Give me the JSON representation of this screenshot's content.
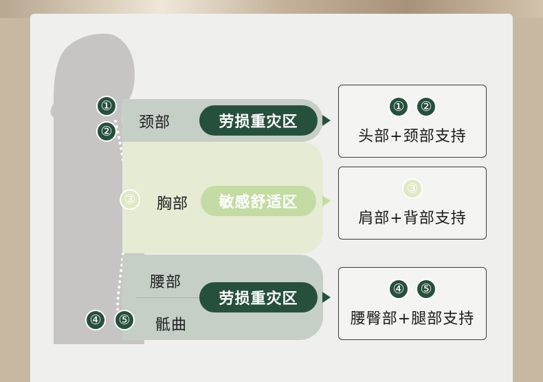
{
  "regions": [
    {
      "id": "neck",
      "label": "颈部",
      "zone": "劳损重灾区",
      "zone_style": "dark"
    },
    {
      "id": "chest",
      "label": "胸部",
      "zone": "敏感舒适区",
      "zone_style": "light"
    },
    {
      "id": "lower",
      "labels": [
        "腰部",
        "骶曲"
      ],
      "zone": "劳损重灾区",
      "zone_style": "dark"
    }
  ],
  "spine_markers": [
    "①",
    "②",
    "③",
    "④",
    "⑤"
  ],
  "supports": [
    {
      "markers": [
        "①",
        "②"
      ],
      "text": "头部+颈部支持"
    },
    {
      "markers": [
        "③"
      ],
      "text": "肩部+背部支持"
    },
    {
      "markers": [
        "④",
        "⑤"
      ],
      "text": "腰臀部+腿部支持"
    }
  ],
  "colors": {
    "dark_green": "#27503c",
    "light_green": "#c4dca4",
    "band_gray": "#c6cfc6",
    "band_light": "#e6ebd3",
    "silhouette": "#c7c5c3"
  }
}
